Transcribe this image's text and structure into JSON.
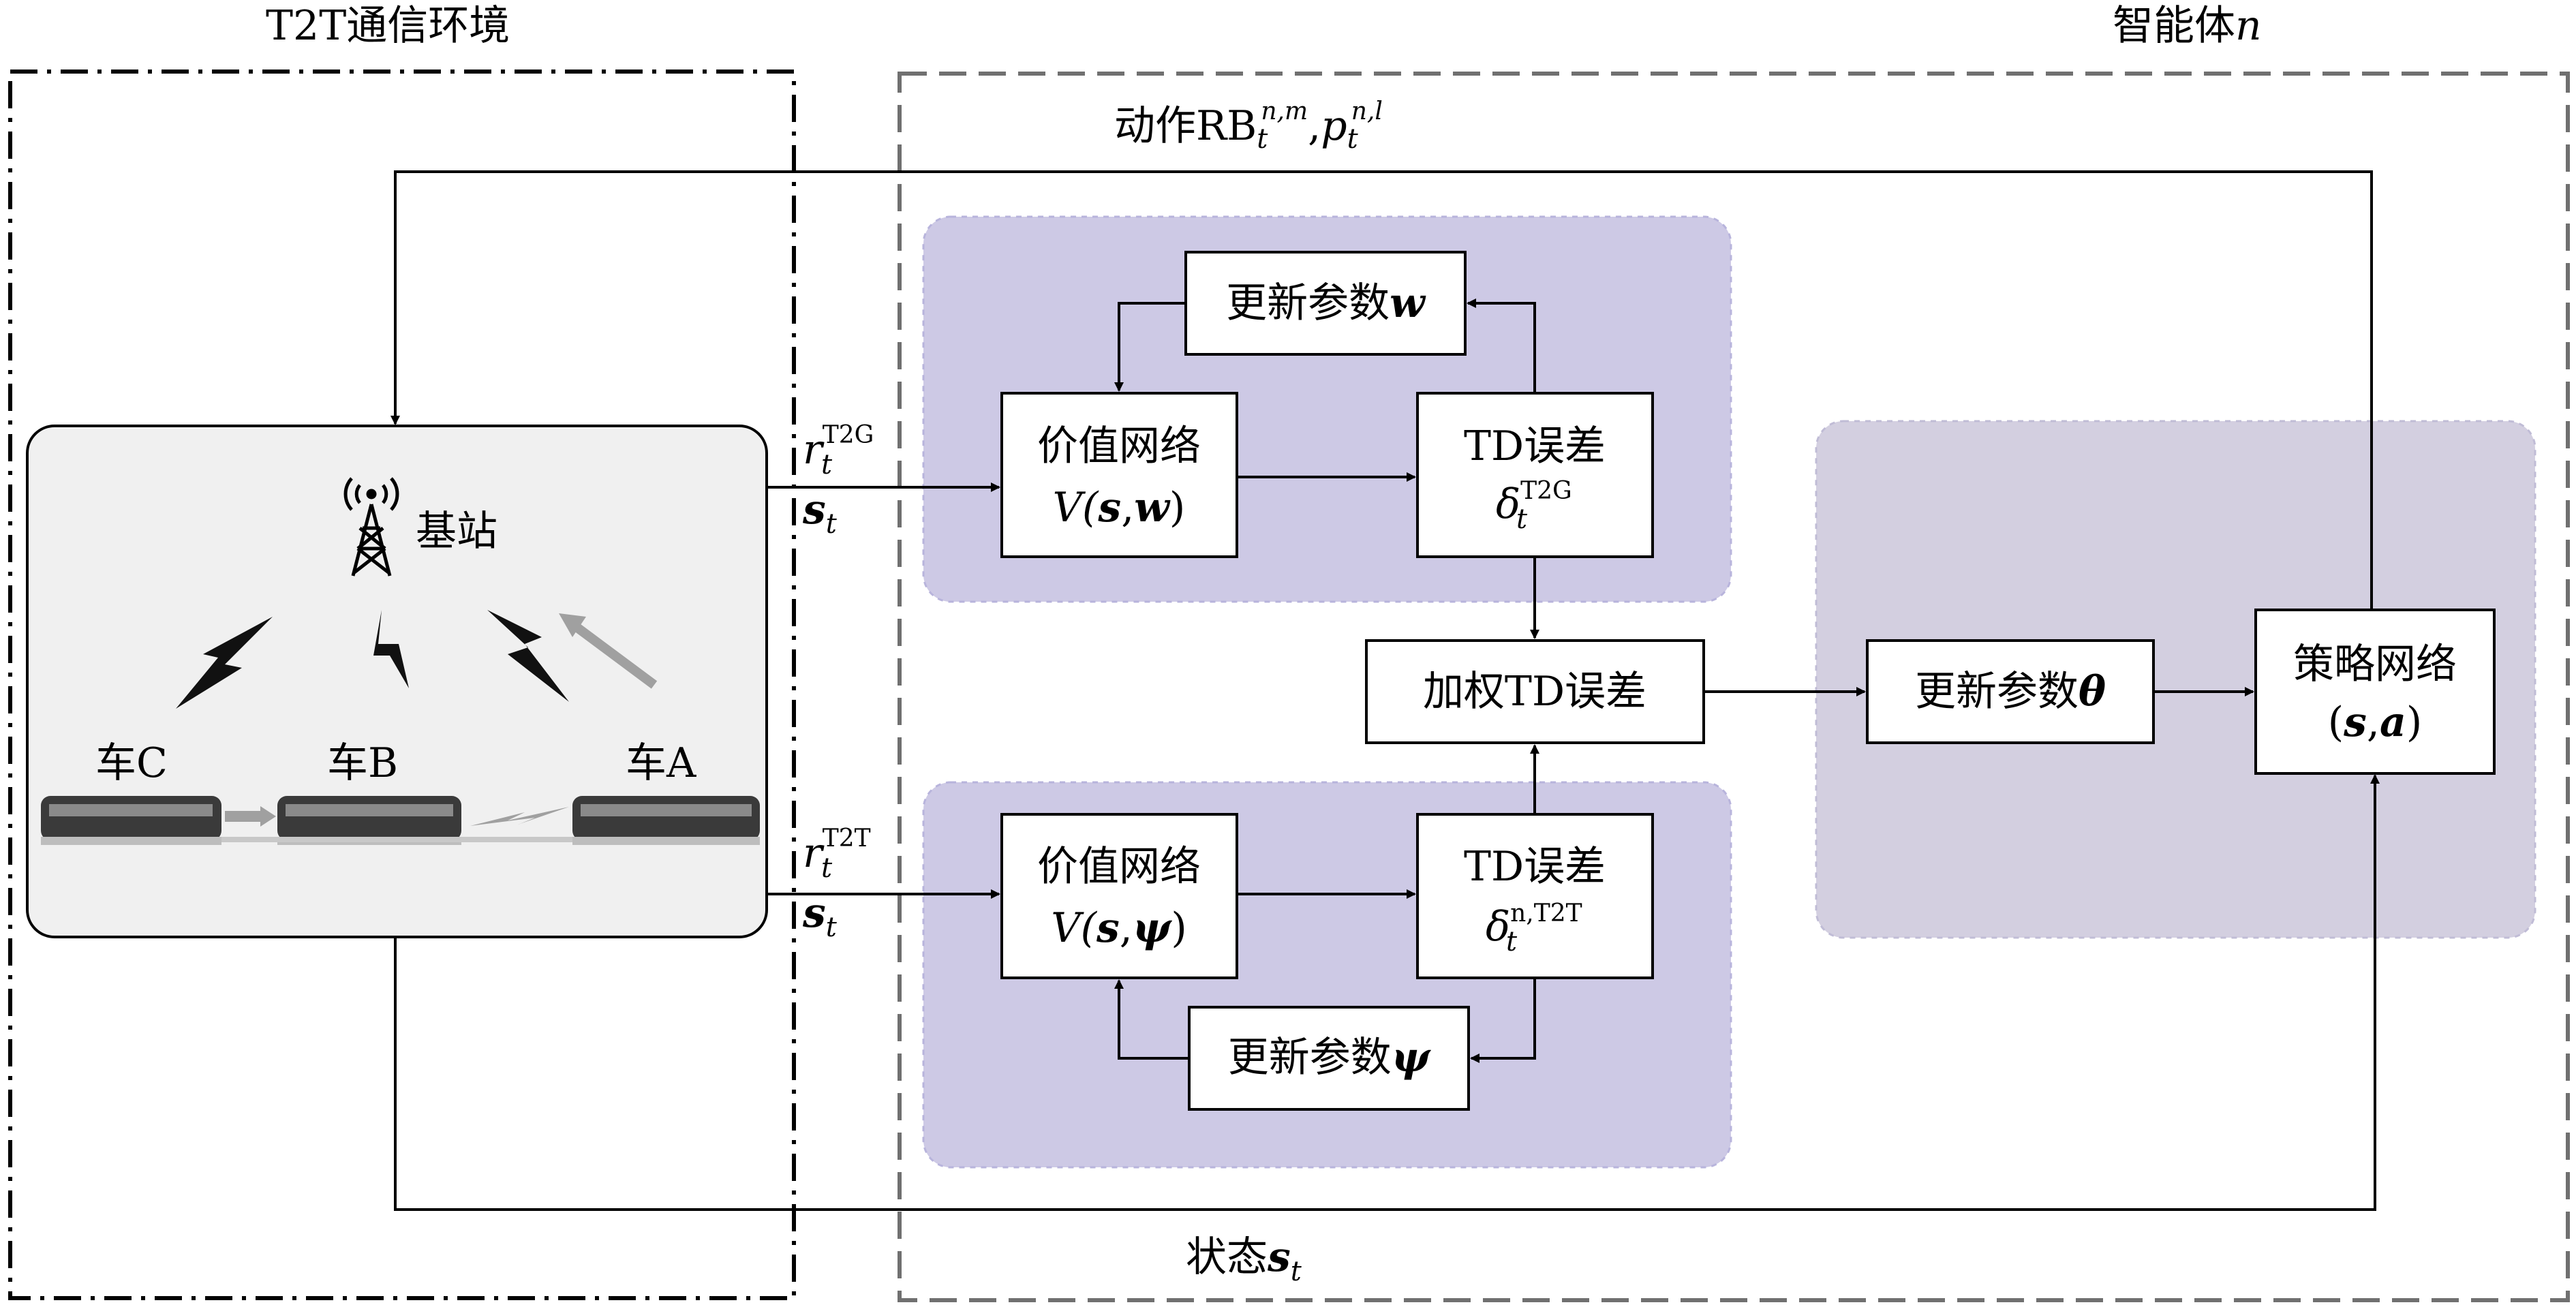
{
  "environment": {
    "title": "T2T通信环境",
    "base_station_label": "基站",
    "train_c_label": "车C",
    "train_b_label": "车B",
    "train_a_label": "车A"
  },
  "agent": {
    "title_prefix": "智能体",
    "title_var": "n"
  },
  "action": {
    "prefix": "动作RB",
    "rb_sub": "t",
    "rb_sup": "n,m",
    "sep": ",",
    "p": "p",
    "p_sub": "t",
    "p_sup": "n,l"
  },
  "state_bottom": {
    "prefix": "状态",
    "var": "s",
    "sub": "t"
  },
  "inputs": {
    "reward_t2g": {
      "r": "r",
      "sub": "t",
      "sup": "T2G",
      "s": "s",
      "s_sub": "t"
    },
    "reward_t2t": {
      "r": "r",
      "sub": "t",
      "sup": "T2T",
      "s": "s",
      "s_sub": "t"
    }
  },
  "top_group": {
    "update": {
      "prefix": "更新参数",
      "var": "w"
    },
    "value_net": {
      "line1": "价值网络",
      "func": "V(",
      "s": "s",
      "comma": ",",
      "var": "w",
      "close": ")"
    },
    "td_error": {
      "line1": "TD误差",
      "delta": "δ",
      "sub": "t",
      "sup": "T2G"
    }
  },
  "bottom_group": {
    "update": {
      "prefix": "更新参数",
      "var": "ψ"
    },
    "value_net": {
      "line1": "价值网络",
      "func": "V(",
      "s": "s",
      "comma": ",",
      "var": "ψ",
      "close": ")"
    },
    "td_error": {
      "line1": "TD误差",
      "delta": "δ",
      "sub": "t",
      "sup": "n,T2T"
    }
  },
  "weighted_td": {
    "label": "加权TD误差"
  },
  "policy_group": {
    "update": {
      "prefix": "更新参数",
      "var": "θ"
    },
    "policy_net": {
      "line1": "策略网络",
      "open": "(",
      "s": "s",
      "comma": ",",
      "a": "a",
      "close": ")"
    }
  },
  "colors": {
    "panel_purple": "#cdc9e5",
    "panel_gray_purple": "#d3cfe0",
    "env_fill": "#f0f0f0",
    "line": "#000000",
    "dashed_gray": "#707070",
    "arrow_gray": "#a0a0a0",
    "train_body": "#3a3a3a"
  }
}
